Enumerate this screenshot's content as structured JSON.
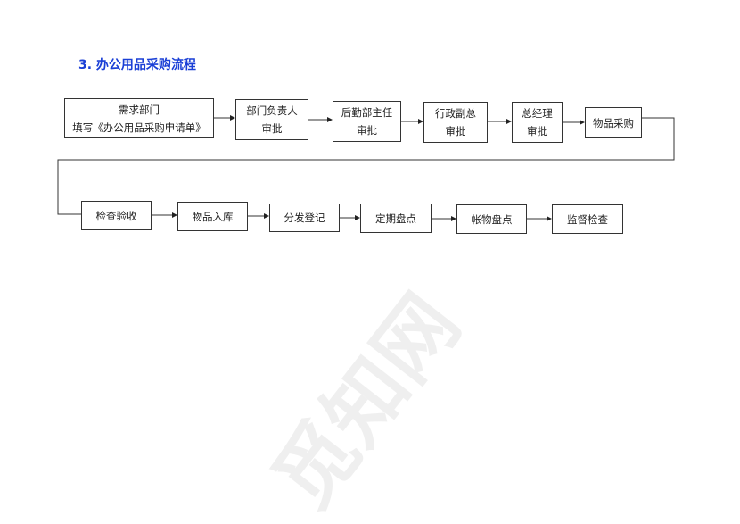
{
  "section_title": "3. 办公用品采购流程",
  "watermark": "觅知网",
  "flow": [
    {
      "lines": [
        "需求部门",
        "填写《办公用品采购申请单》"
      ]
    },
    {
      "lines": [
        "部门负责人",
        "审批"
      ]
    },
    {
      "lines": [
        "后勤部主任",
        "审批"
      ]
    },
    {
      "lines": [
        "行政副总",
        "审批"
      ]
    },
    {
      "lines": [
        "总经理",
        "审批"
      ]
    },
    {
      "lines": [
        "物品采购"
      ]
    },
    {
      "lines": [
        "检查验收"
      ]
    },
    {
      "lines": [
        "物品入库"
      ]
    },
    {
      "lines": [
        "分发登记"
      ]
    },
    {
      "lines": [
        "定期盘点"
      ]
    },
    {
      "lines": [
        "帐物盘点"
      ]
    },
    {
      "lines": [
        "监督检查"
      ]
    }
  ]
}
